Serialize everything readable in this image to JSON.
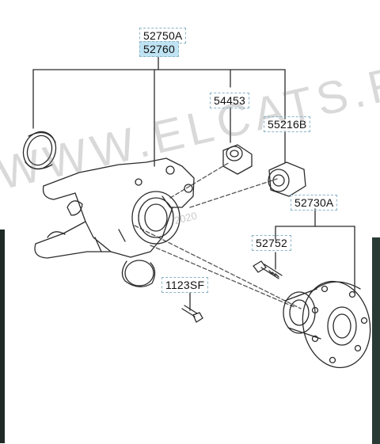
{
  "diagram": {
    "part_labels": {
      "knuckle_left": "52750A",
      "knuckle_right": "52760",
      "bushing_small": "54453",
      "bushing_large": "55216B",
      "hub_assembly": "52730A",
      "hub_bolt": "52752",
      "knuckle_bolt": "1123SF"
    },
    "watermark": "WWW.ELCATS.RU",
    "watermark_year": "2020"
  },
  "colors": {
    "line": "#2b2b2b",
    "label_border": "#8ab4c8",
    "label_highlight": "#bfe3f3"
  }
}
